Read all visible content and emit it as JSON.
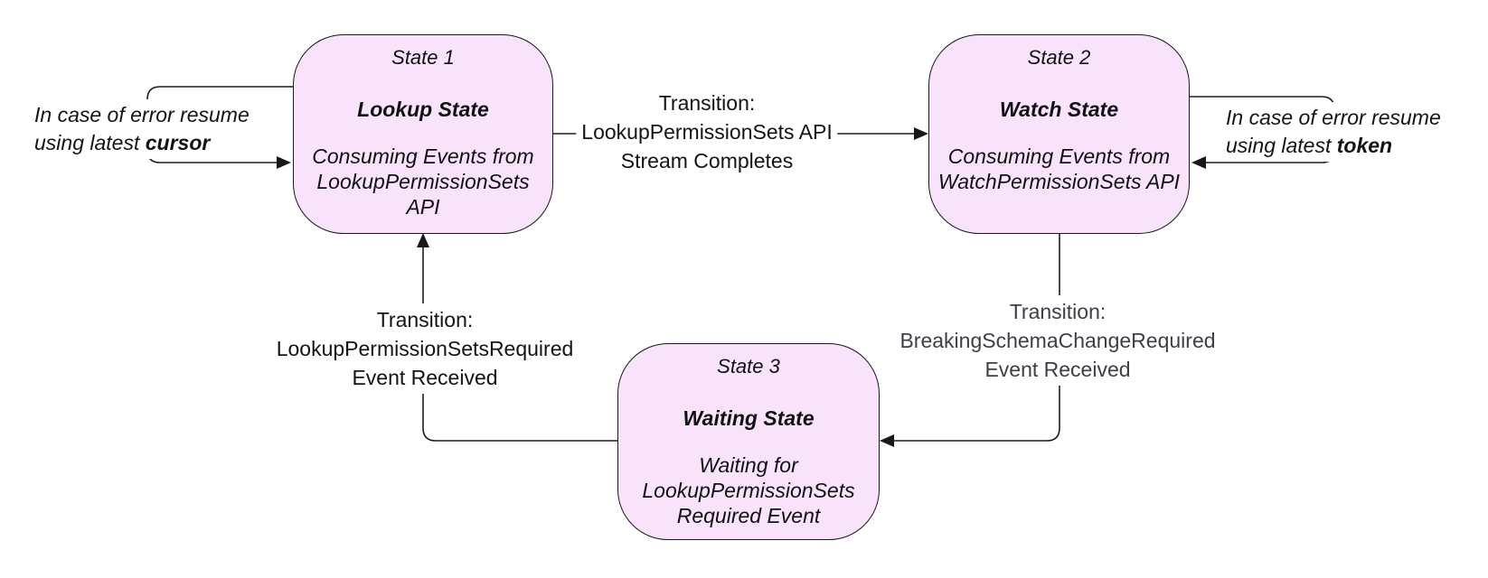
{
  "diagram": {
    "background_color": "#ffffff",
    "state_fill_color": "#f8e3fa",
    "state_border_color": "#18181a",
    "line_color": "#1d1d1f",
    "muted_label_color": "#3e3e47"
  },
  "states": [
    {
      "title": "State 1",
      "name": "Lookup State",
      "description": "Consuming Events from LookupPermissionSets API"
    },
    {
      "title": "State 2",
      "name": "Watch State",
      "description": "Consuming Events from WatchPermissionSets API"
    },
    {
      "title": "State 3",
      "name": "Waiting State",
      "description": "Waiting for LookupPermissionSets Required Event"
    }
  ],
  "transitions": [
    {
      "id": "state1-to-state2",
      "line1": "Transition:",
      "line2": "LookupPermissionSets API",
      "line3": "Stream Completes"
    },
    {
      "id": "state2-to-state3",
      "line1": "Transition:",
      "line2": "BreakingSchemaChangeRequired",
      "line3": "Event Received"
    },
    {
      "id": "state3-to-state1",
      "line1": "Transition:",
      "line2": "LookupPermissionSetsRequired",
      "line3": "Event Received"
    }
  ],
  "annotations": [
    {
      "id": "cursor-note",
      "line1": "In case of error resume",
      "line2_prefix": "using latest ",
      "line2_bold": "cursor"
    },
    {
      "id": "token-note",
      "line1": "In case of error resume",
      "line2_prefix": "using latest ",
      "line2_bold": "token"
    }
  ]
}
